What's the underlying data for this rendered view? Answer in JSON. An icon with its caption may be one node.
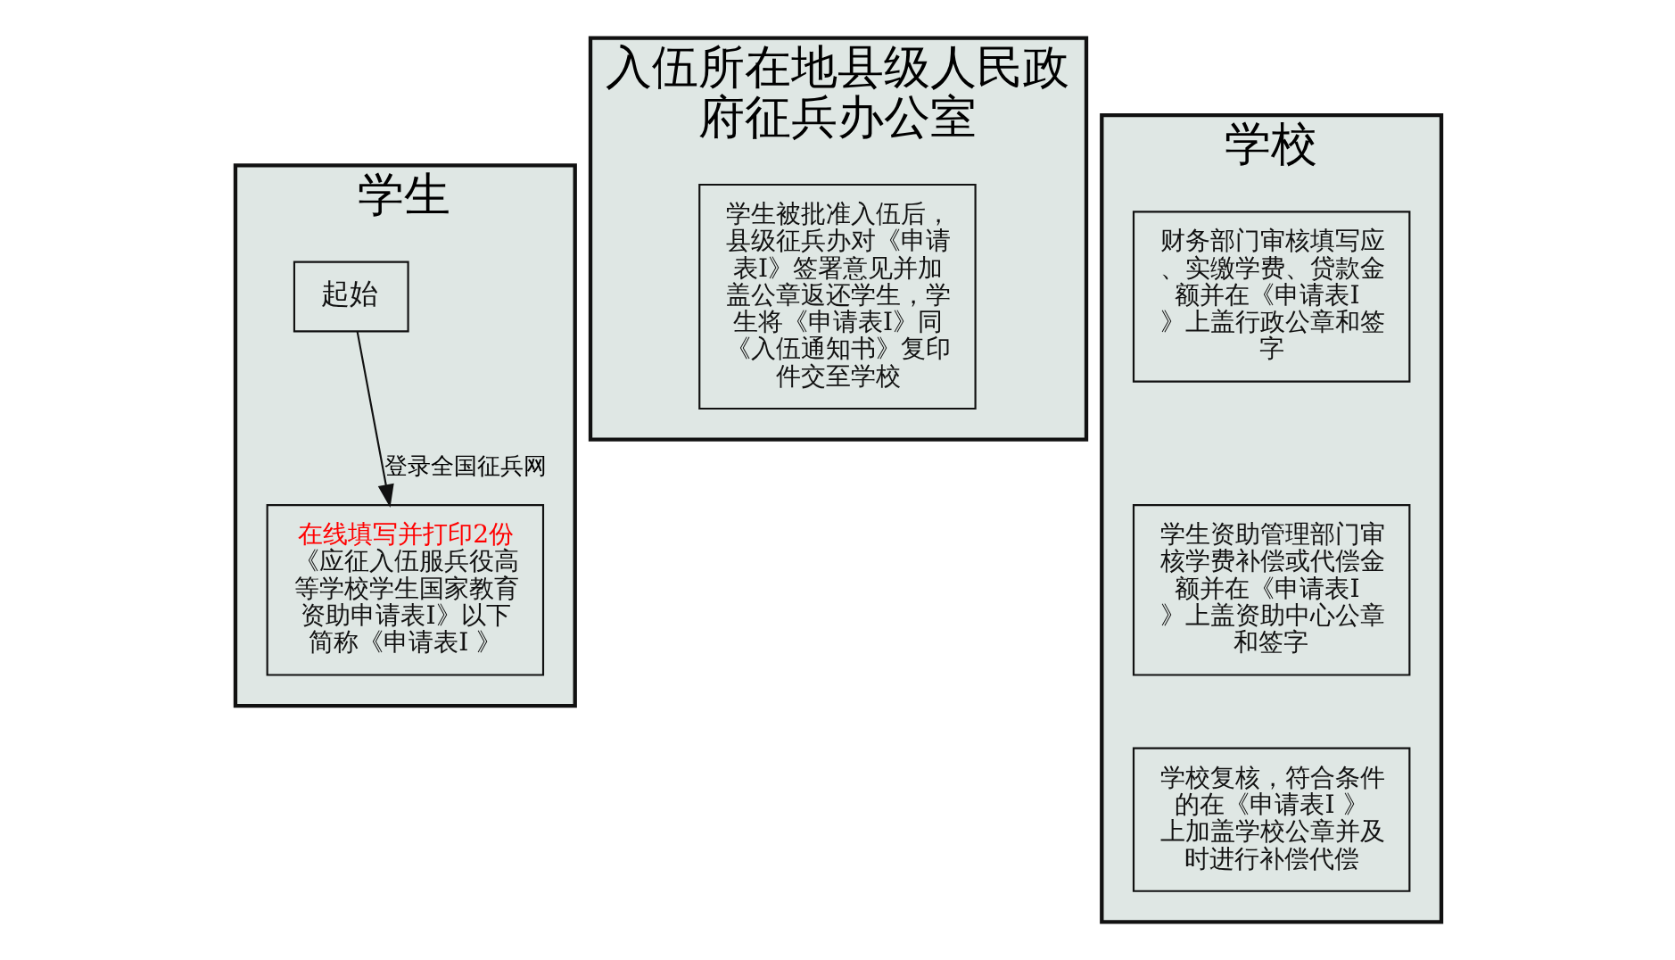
{
  "diagram": {
    "nodes": [
      {
        "text": [
          "学生"
        ]
      },
      {
        "text": [
          "起始"
        ],
        "in": 0
      },
      {
        "text": [
          "在线填写并打印2份",
          "《应征入伍服兵役高等学校学生国家教育资助申请表Ⅰ》以下简称《申请表Ⅰ 》"
        ],
        "in": 0
      },
      {
        "text": [
          "入伍所在地县级人民政府征兵办公室"
        ]
      },
      {
        "text": [
          "学生被批准入伍后，县级征兵办对《申请表Ⅰ》签署意见并加盖公章返还学生，学生将《申请表Ⅰ》同《入伍通知书》复印件交至学校"
        ],
        "in": 3
      },
      {
        "text": [
          "学校"
        ]
      },
      {
        "text": [
          "财务部门审核填写应、实缴学费、贷款金额并在《申请表Ⅰ 》上盖行政公章和签字"
        ],
        "in": 5
      },
      {
        "text": [
          "学生资助管理部门审核学费补偿或代偿金额并在《申请表Ⅰ 》上盖资助中心公章和签字"
        ],
        "in": 5
      },
      {
        "text": [
          "学校复核，符合条件的在《申请表Ⅰ 》上加盖学校公章并及时进行补偿代偿"
        ],
        "in": 5
      }
    ],
    "edges": [
      {
        "from": 1,
        "to": 2,
        "arrow": "to",
        "label": "登录全国征兵网"
      }
    ]
  }
}
